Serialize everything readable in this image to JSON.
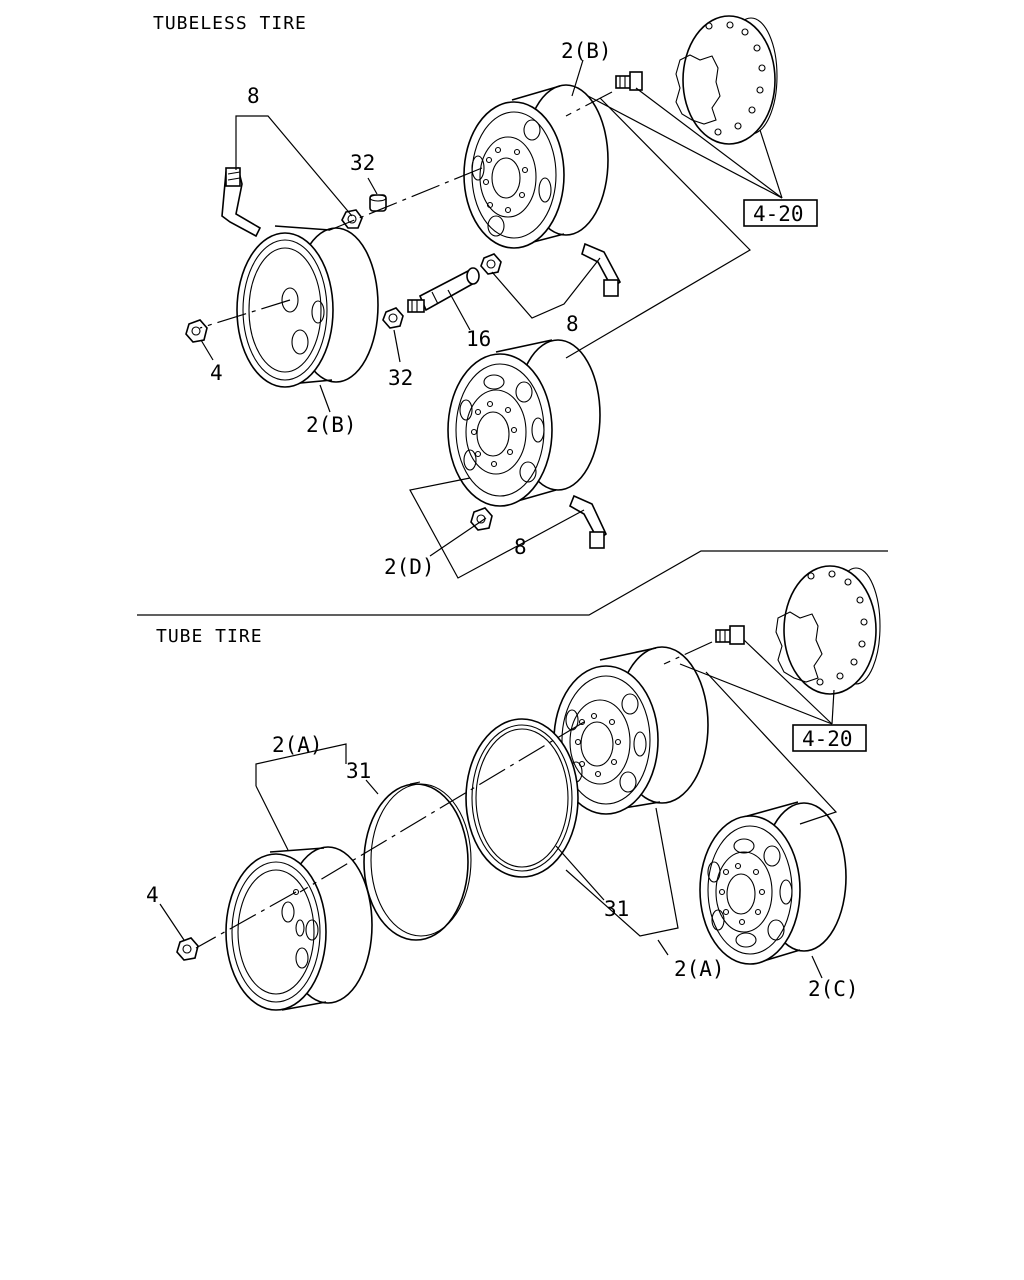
{
  "sections": {
    "tubeless": "TUBELESS TIRE",
    "tube": "TUBE TIRE"
  },
  "refs": {
    "tubeless_hub": "4-20",
    "tube_hub": "4-20"
  },
  "callouts": {
    "tl_2b_top": "2(B)",
    "tl_8_top": "8",
    "tl_32_top": "32",
    "tl_8_mid": "8",
    "tl_16": "16",
    "tl_4": "4",
    "tl_32_bottom": "32",
    "tl_2b_bottom": "2(B)",
    "tl_8_bottom": "8",
    "tl_2d": "2(D)",
    "tt_2a_left": "2(A)",
    "tt_31_top": "31",
    "tt_4": "4",
    "tt_31_bottom": "31",
    "tt_2a_right": "2(A)",
    "tt_2c": "2(C)"
  }
}
